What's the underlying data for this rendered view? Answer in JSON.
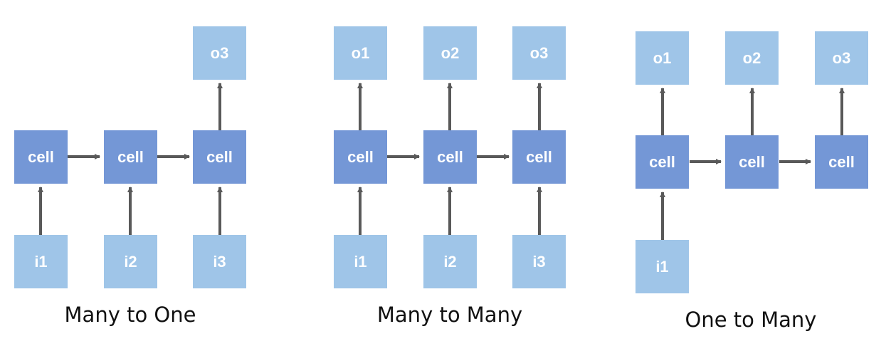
{
  "diagrams": [
    {
      "title": "Many to One",
      "inputs": [
        "i1",
        "i2",
        "i3"
      ],
      "cells": [
        "cell",
        "cell",
        "cell"
      ],
      "outputs": [
        "",
        "",
        "o3"
      ]
    },
    {
      "title": "Many to Many",
      "inputs": [
        "i1",
        "i2",
        "i3"
      ],
      "cells": [
        "cell",
        "cell",
        "cell"
      ],
      "outputs": [
        "o1",
        "o2",
        "o3"
      ]
    },
    {
      "title": "One to Many",
      "inputs": [
        "i1",
        "",
        ""
      ],
      "cells": [
        "cell",
        "cell",
        "cell"
      ],
      "outputs": [
        "o1",
        "o2",
        "o3"
      ]
    }
  ],
  "colors": {
    "io_box": "#9fc5e8",
    "cell_box": "#7497d6",
    "arrow": "#595959"
  }
}
